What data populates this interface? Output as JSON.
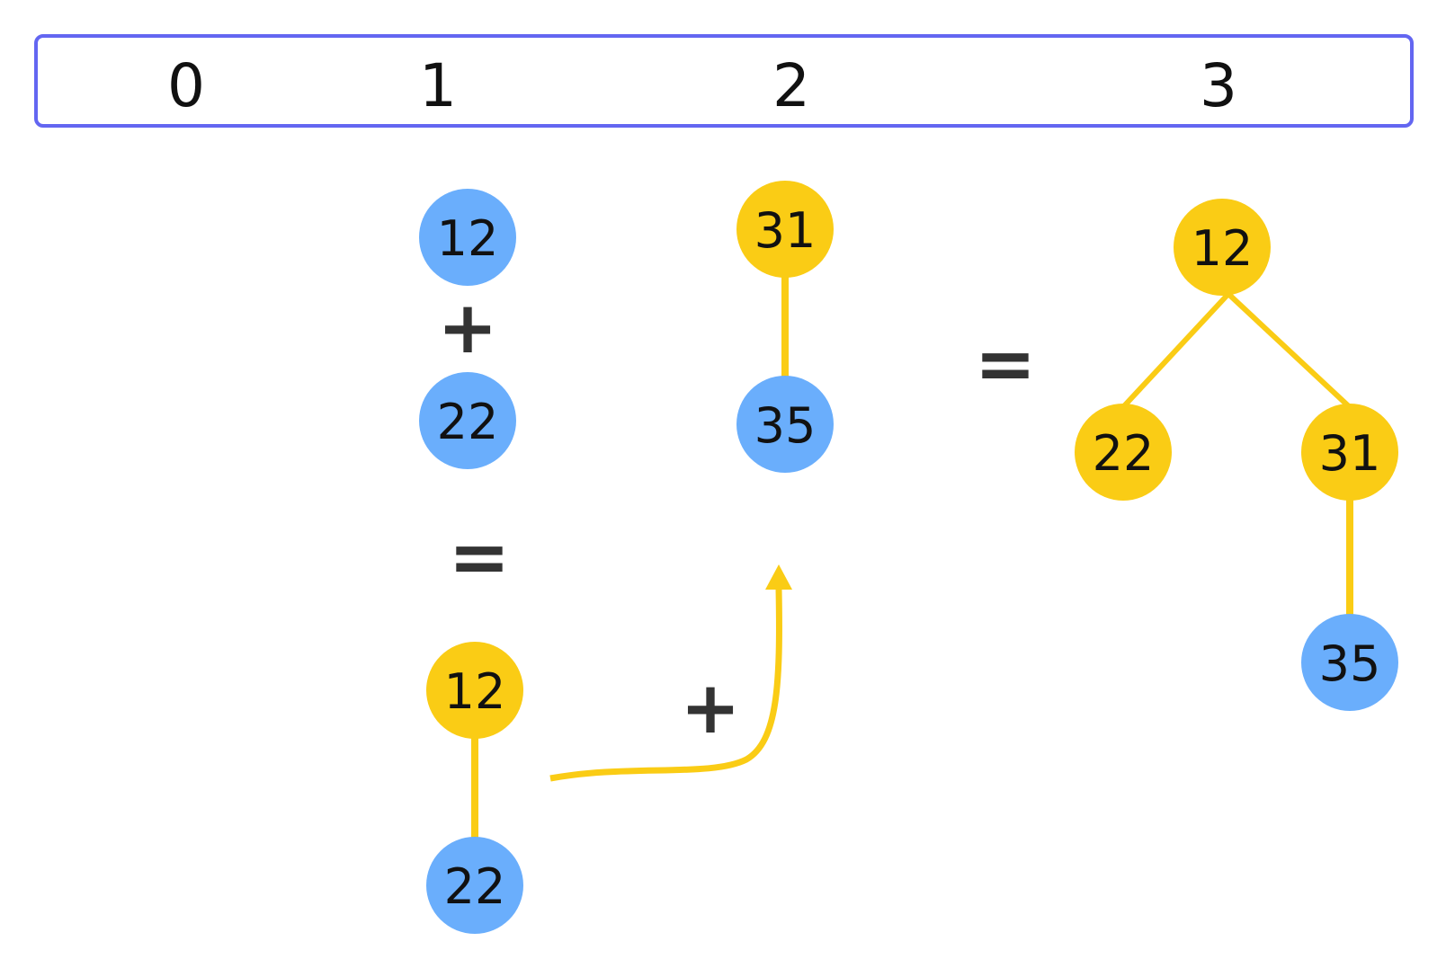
{
  "colors": {
    "frame": "#6366f1",
    "blue_node": "#6aaefc",
    "yellow_node": "#facc15",
    "edge": "#facc15",
    "text": "#111111"
  },
  "index_bar": {
    "labels": [
      "0",
      "1",
      "2",
      "3"
    ]
  },
  "operators": {
    "plus": "+",
    "equals": "="
  },
  "nodes": {
    "col1_top": "12",
    "col1_bottom": "22",
    "col1_result_root": "12",
    "col1_result_child": "22",
    "col2_root": "31",
    "col2_child": "35",
    "result_root": "12",
    "result_left": "22",
    "result_right": "31",
    "result_right_child": "35"
  }
}
